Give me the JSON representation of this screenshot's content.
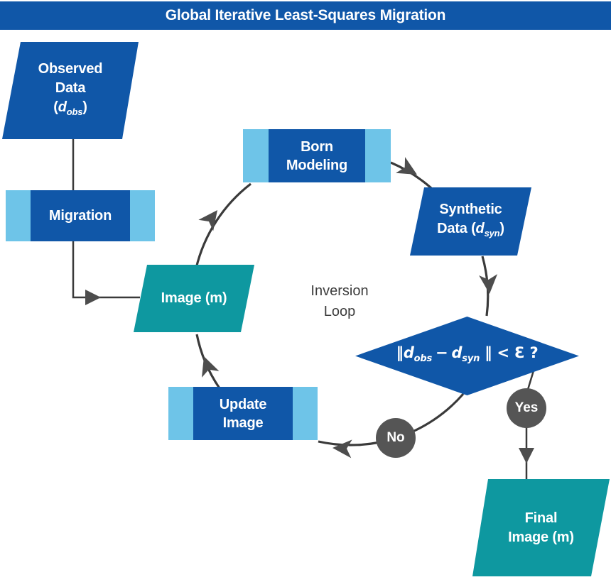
{
  "title": "Global Iterative Least-Squares Migration",
  "colors": {
    "dark_blue": "#1057a8",
    "light_blue": "#6ec4e8",
    "teal": "#0e98a0",
    "circle_gray": "#555555",
    "line_gray": "#3a3a3a"
  },
  "nodes": {
    "observed_data": {
      "line1": "Observed",
      "line2": "Data",
      "open": "(",
      "var": "d",
      "sub": "obs",
      "close": ")"
    },
    "migration": {
      "label": "Migration"
    },
    "image_m": {
      "label": "Image (m)"
    },
    "born_modeling": {
      "line1": "Born",
      "line2": "Modeling"
    },
    "synthetic_data": {
      "line1": "Synthetic",
      "pre": "Data (",
      "var": "d",
      "sub": "syn",
      "close": ")"
    },
    "decision": {
      "norm_open": "‖",
      "var1": "d",
      "sub1": "obs",
      "minus": "−",
      "var2": "d",
      "sub2": "syn",
      "norm_close": "‖",
      "compare": "< Ɛ ?"
    },
    "update_image": {
      "line1": "Update",
      "line2": "Image"
    },
    "final_image": {
      "line1": "Final",
      "line2": "Image (m)"
    },
    "yes_label": "Yes",
    "no_label": "No",
    "loop_label": {
      "line1": "Inversion",
      "line2": "Loop"
    }
  }
}
